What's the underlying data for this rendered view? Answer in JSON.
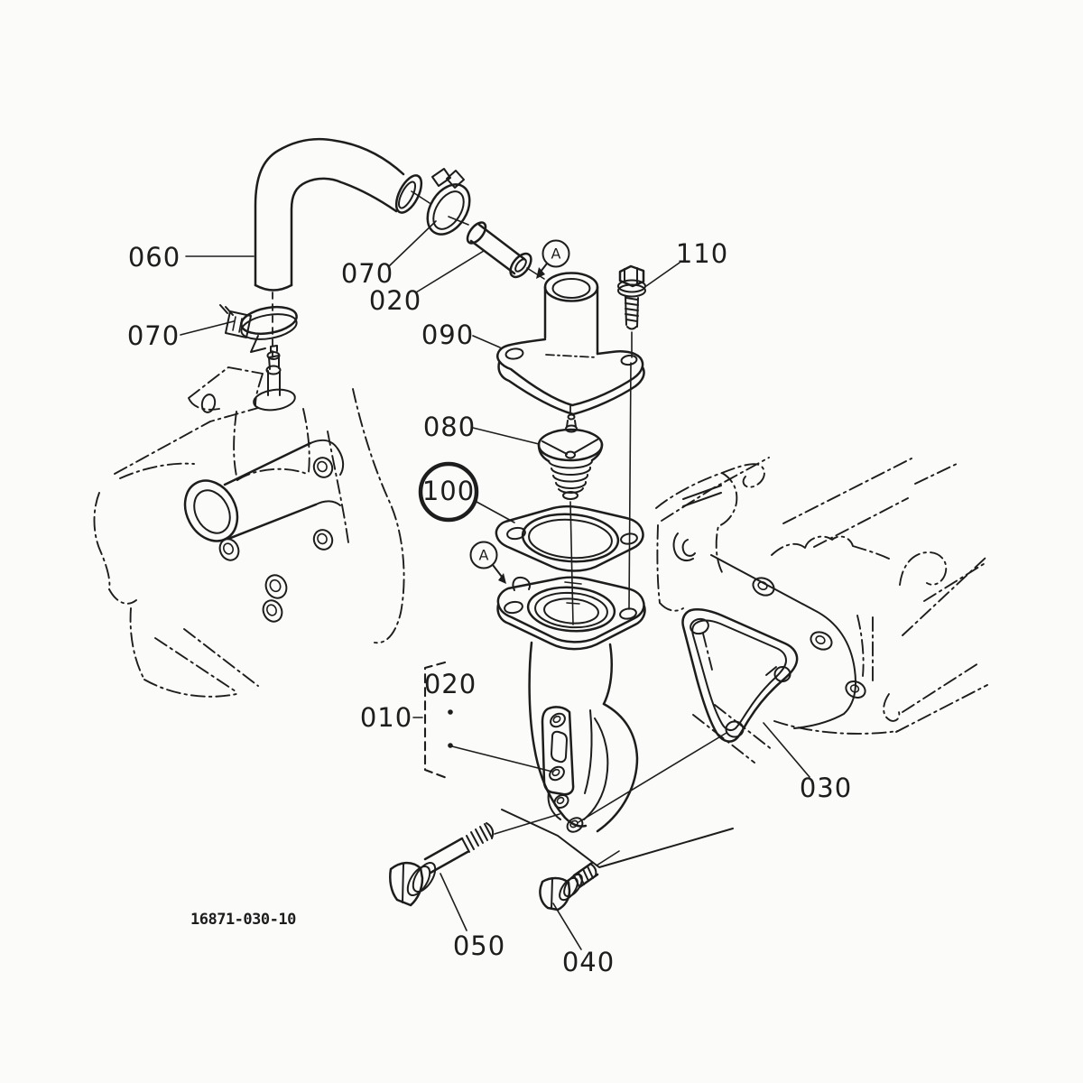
{
  "diagram": {
    "drawing_number": "16871-030-10",
    "highlighted_ref": "100",
    "highlight_color": "#cc1717",
    "line_color": "#1d1d1d",
    "background_color": "#fbfbf9",
    "callouts": [
      {
        "ref": "060"
      },
      {
        "ref": "070"
      },
      {
        "ref": "070"
      },
      {
        "ref": "020"
      },
      {
        "ref": "090"
      },
      {
        "ref": "110"
      },
      {
        "ref": "080"
      },
      {
        "ref": "100"
      },
      {
        "ref": "010"
      },
      {
        "ref": "020"
      },
      {
        "ref": "030"
      },
      {
        "ref": "050"
      },
      {
        "ref": "040"
      }
    ],
    "detail_markers": [
      {
        "label": "A"
      },
      {
        "label": "A"
      }
    ]
  }
}
